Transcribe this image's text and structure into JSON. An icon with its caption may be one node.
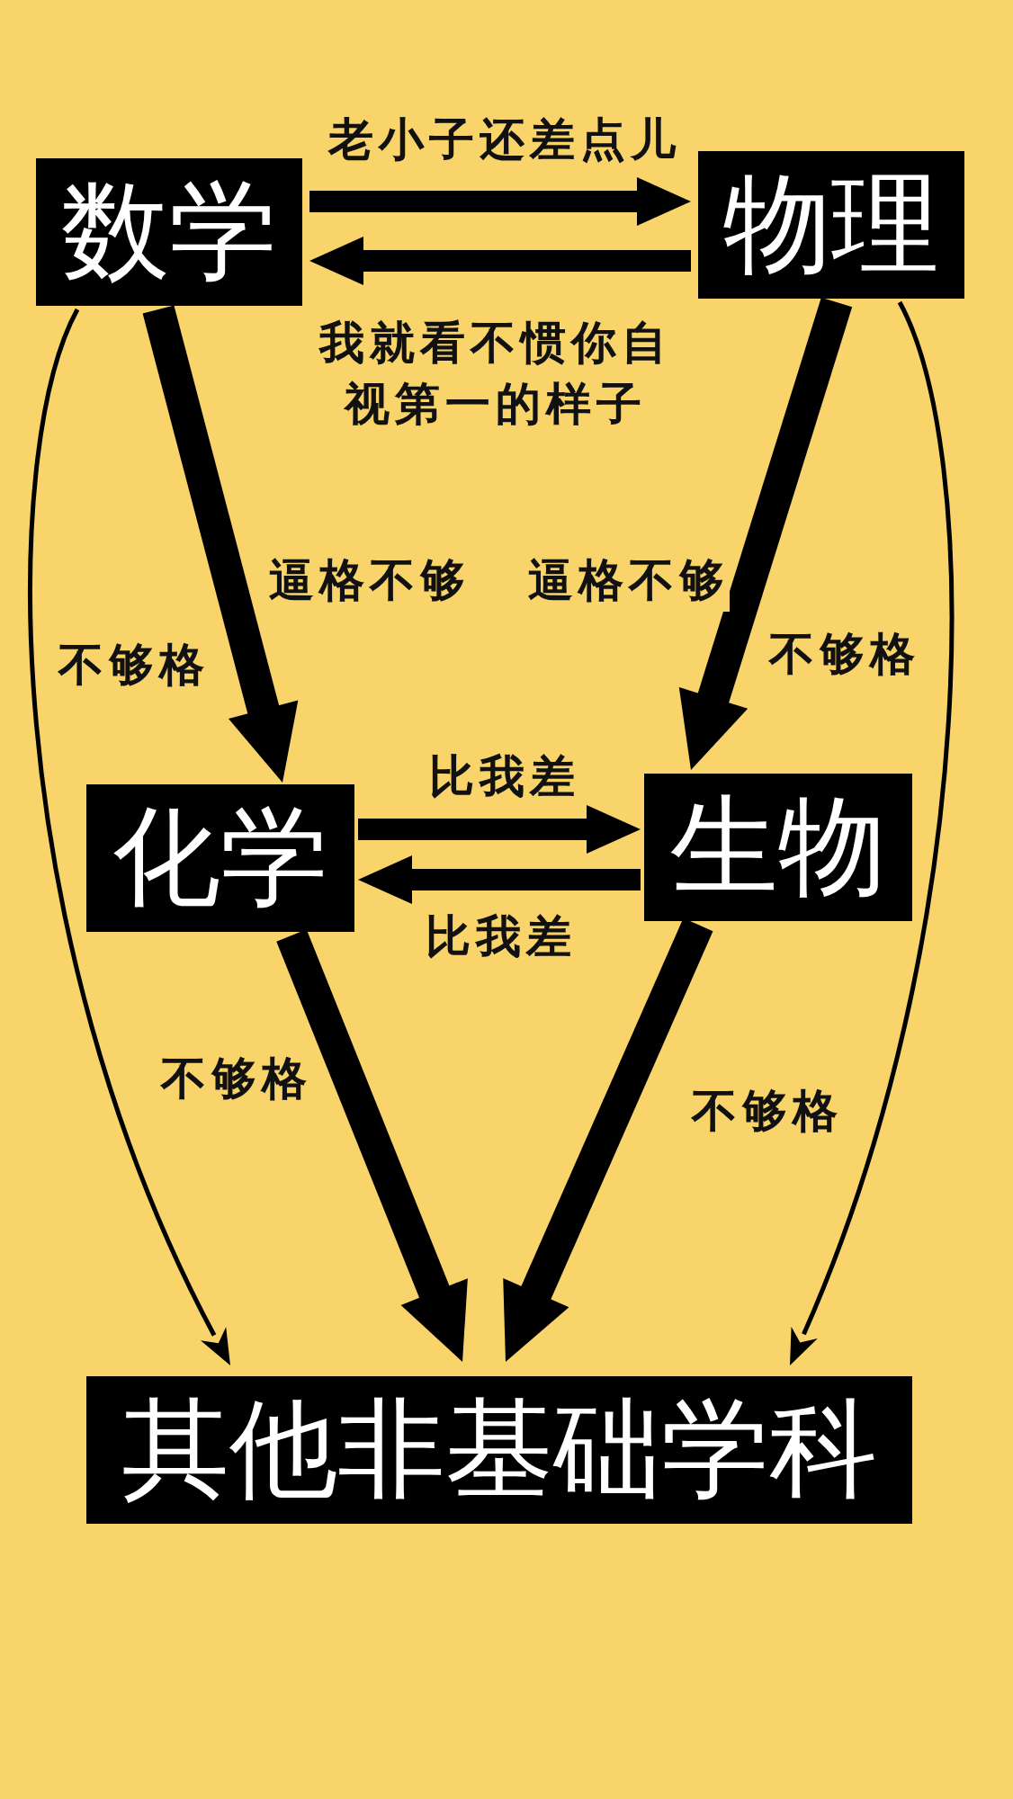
{
  "diagram": {
    "nodes": [
      {
        "text": [
          "数学"
        ]
      },
      {
        "text": [
          "物理"
        ]
      },
      {
        "text": [
          "化学"
        ]
      },
      {
        "text": [
          "生物"
        ]
      },
      {
        "text": [
          "其他非基础学科"
        ]
      }
    ],
    "edges": [
      {
        "from": 0,
        "to": 1,
        "arrow": "to",
        "label": "老小子还差点儿"
      },
      {
        "from": 1,
        "to": 0,
        "arrow": "to",
        "label": "我就看不惯你自视第一的样子"
      },
      {
        "from": 0,
        "to": 2,
        "arrow": "to",
        "label": "逼格不够"
      },
      {
        "from": 1,
        "to": 3,
        "arrow": "to",
        "label": "逼格不够"
      },
      {
        "from": 0,
        "to": 4,
        "arrow": "to",
        "label": "不够格"
      },
      {
        "from": 1,
        "to": 4,
        "arrow": "to",
        "label": "不够格"
      },
      {
        "from": 2,
        "to": 3,
        "arrow": "to",
        "label": "比我差"
      },
      {
        "from": 3,
        "to": 2,
        "arrow": "to",
        "label": "比我差"
      },
      {
        "from": 2,
        "to": 4,
        "arrow": "to",
        "label": "不够格"
      },
      {
        "from": 3,
        "to": 4,
        "arrow": "to",
        "label": "不够格"
      }
    ]
  }
}
